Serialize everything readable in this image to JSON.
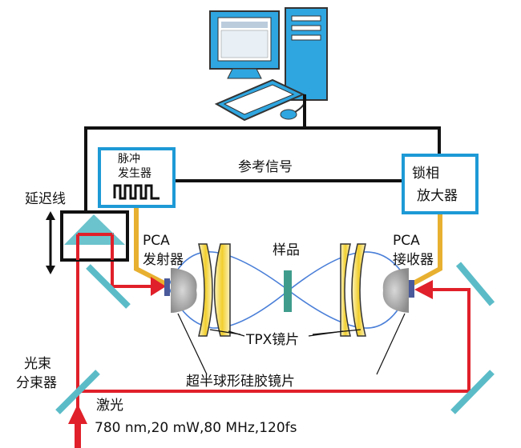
{
  "labels": {
    "pulse_generator": [
      "脉冲",
      "发生器"
    ],
    "reference_signal": "参考信号",
    "lockin": [
      "锁相",
      "放大器"
    ],
    "delay_line": "延迟线",
    "emitter": [
      "PCA",
      "发射器"
    ],
    "sample": "样品",
    "receiver": [
      "PCA",
      "接收器"
    ],
    "tpx_lens": "TPX镜片",
    "silicon_lens": "超半球形硅胶镜片",
    "beam_splitter": [
      "光束",
      "分束器"
    ],
    "laser": "激光",
    "laser_specs": "780 nm,20 mW,80 MHz,120fs"
  },
  "colors": {
    "box_border": "#1e9ad6",
    "laser": "#e0202a",
    "thz_beam": "#4a7fd8",
    "signal_cable": "#e8b030",
    "mirror": "#5bbcc8",
    "sample": "#3f9c8c",
    "lens": "#f3d23c"
  }
}
